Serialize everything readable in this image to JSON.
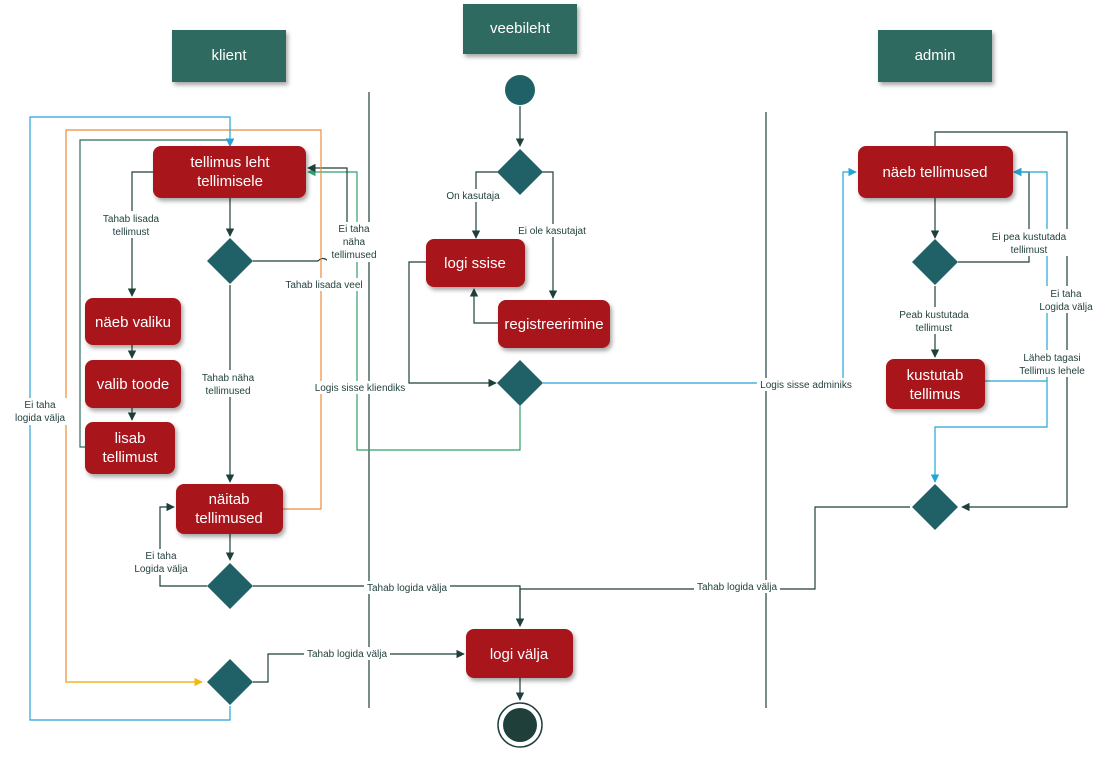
{
  "lanes": {
    "klient": "klient",
    "veebileht": "veebileht",
    "admin": "admin"
  },
  "activities": {
    "tellimus_leht": [
      "tellimus leht",
      "tellimisele"
    ],
    "naeb_valiku": [
      "näeb valiku"
    ],
    "valib_toode": [
      "valib toode"
    ],
    "lisab_tellimust": [
      "lisab",
      "tellimust"
    ],
    "naitab_tellimused": [
      "näitab",
      "tellimused"
    ],
    "logi_sisse": [
      "logi ssise"
    ],
    "registreerimine": [
      "registreerimine"
    ],
    "logi_valja": [
      "logi välja"
    ],
    "naeb_tellimused": [
      "näeb tellimused"
    ],
    "kustutab_tellimus": [
      "kustutab",
      "tellimus"
    ]
  },
  "edge_labels": {
    "tahab_lisada_tellimust": [
      "Tahab lisada",
      "tellimust"
    ],
    "tahab_lisada_veel": [
      "Tahab lisada veel"
    ],
    "ei_taha_naha": [
      "Ei taha",
      "näha",
      "tellimused"
    ],
    "tahab_naha": [
      "Tahab näha",
      "tellimused"
    ],
    "ei_taha_logida_1": [
      "Ei taha",
      "Logida välja"
    ],
    "tahab_logida_1": [
      "Tahab logida välja"
    ],
    "tahab_logida_2": [
      "Tahab logida välja"
    ],
    "ei_taha_logida_left": [
      "Ei taha",
      "logida välja"
    ],
    "on_kasutaja": [
      "On kasutaja"
    ],
    "ei_ole_kasutajat": [
      "Ei ole kasutajat"
    ],
    "logis_kliendiks": [
      "Logis sisse kliendiks"
    ],
    "logis_adminiks": [
      "Logis sisse adminiks"
    ],
    "tahab_logida_admin": [
      "Tahab logida välja"
    ],
    "ei_pea_kustutada": [
      "Ei pea kustutada",
      "tellimust"
    ],
    "peab_kustutada": [
      "Peab kustutada",
      "tellimust"
    ],
    "ei_taha_logida_admin": [
      "Ei taha",
      "Logida välja"
    ],
    "laheb_tagasi": [
      "Läheb tagasi",
      "Tellimus lehele"
    ]
  },
  "colors": {
    "lane_header": "#2e6b5e",
    "activity": "#a8171a",
    "decision": "#1f6166",
    "start": "#1f6166",
    "line_dark": "#1f3f3b",
    "line_blue": "#23a5d6",
    "line_orange": "#ee8a3a",
    "line_yellow": "#f2b90f",
    "line_green": "#2fa06a"
  }
}
